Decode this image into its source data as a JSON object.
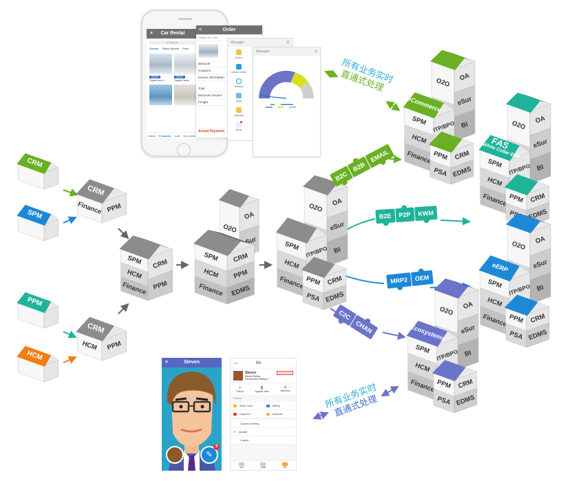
{
  "colors": {
    "green": "#6ab023",
    "blue": "#1e88d8",
    "teal": "#1fb49a",
    "orange": "#f07f12",
    "purple": "#6a74c9",
    "gray": "#8c8c8c",
    "cyan_text": "#29a8e0"
  },
  "buildings": {
    "crm_small": {
      "roof": "CRM"
    },
    "spm_small": {
      "roof": "SPM"
    },
    "ppm_small": {
      "roof": "PPM"
    },
    "hcm_small": {
      "roof": "HCM"
    },
    "crm_finance": {
      "roof": "CRM",
      "finance": "Finance",
      "ppm": "PPM"
    },
    "crm_hcm": {
      "roof": "CRM",
      "hcm": "HCM",
      "ppm": "PPM"
    },
    "stage1": {
      "spm": "SPM",
      "crm": "CRM",
      "hcm": "HCM",
      "ppm": "PPM",
      "finance": "Finance"
    },
    "stage2": {
      "o2o": "O2O",
      "oa": "OA",
      "esur": "eSur",
      "spm": "SPM",
      "crm": "CRM",
      "hcm": "HCM",
      "ppm": "PPM",
      "finance": "Finance",
      "edms": "EDMS"
    },
    "stage3": {
      "o2o": "O2O",
      "oa": "OA",
      "esur": "eSur",
      "bi": "BI",
      "spm": "SPM",
      "itp": "ITP/BPO",
      "hcm": "HCM",
      "finance": "Finance",
      "ppm": "PPM",
      "crm": "CRM",
      "psa": "PSA",
      "edms": "EDMS"
    },
    "ecommerce": {
      "title": "eCommerce",
      "o2o": "O2O",
      "oa": "OA",
      "esur": "eSur",
      "bi": "BI",
      "spm": "SPM",
      "itp": "ITP/BPO",
      "hcm": "HCM",
      "finance": "Finance",
      "ppm": "PPM",
      "crm": "CRM",
      "psa": "PSA",
      "edms": "EDMS"
    },
    "fas": {
      "title": "FAS",
      "subtitle": "White Collar ERP",
      "o2o": "O2O",
      "oa": "OA",
      "esur": "eSur",
      "bi": "BI",
      "spm": "SPM",
      "itp": "ITP/BPO",
      "hcm": "HCM",
      "finance": "Finance",
      "ppm": "PPM",
      "crm": "CRM",
      "psa": "PSA",
      "edms": "EDMS"
    },
    "eerp": {
      "title": "eERP",
      "o2o": "O2O",
      "oa": "OA",
      "esur": "eSur",
      "bi": "BI",
      "spm": "SPM",
      "itp": "ITP/BPO",
      "hcm": "HCM",
      "finance": "Finance",
      "ppm": "PPM",
      "crm": "CRM",
      "psa": "PSA",
      "edms": "EDMS"
    },
    "ecosystems": {
      "title": "Ecosystems",
      "o2o": "O2O",
      "oa": "OA",
      "esur": "eSur",
      "bi": "BI",
      "spm": "SPM",
      "itp": "ITP/BPO",
      "hcm": "HCM",
      "finance": "Finance",
      "ppm": "PPM",
      "crm": "CRM",
      "psa": "PSA",
      "edms": "EDMS"
    }
  },
  "puzzles": {
    "commerce": [
      "B2C",
      "B2B",
      "EMAIL"
    ],
    "knowledge": [
      "B2E",
      "P2P",
      "KWM"
    ],
    "manufacturing": [
      "MRP2",
      "OEM"
    ],
    "channel": [
      "C2C",
      "CHAN"
    ]
  },
  "captions": {
    "top": {
      "line1": "所有业务实时",
      "line2": "直通式处理"
    },
    "bottom": {
      "line1": "所有业务实时",
      "line2": "直通式处理"
    }
  },
  "car_rental": {
    "title": "Car Rental",
    "close": "×",
    "search": "Search",
    "sorts": [
      "Default",
      "Sales Volume",
      "Price"
    ],
    "price": "¥3000",
    "cars": [
      "Toyota Levin",
      "Toyota Camry"
    ],
    "qty": "1",
    "tabs": [
      "Home",
      "Products",
      "Cart",
      "My Center"
    ]
  },
  "order": {
    "title": "Order",
    "back": "<",
    "hint": "Please fill in the ...",
    "rows": [
      "Discount",
      "Coupons",
      "Invoice information",
      "Total",
      "Discount Amount",
      "Freight"
    ],
    "payment": "Actual Payment:"
  },
  "manager": {
    "title": "Manager",
    "items": [
      "Orders",
      "Claims Center",
      "Timeline",
      "Apply",
      "Calendar",
      "Alerts"
    ]
  },
  "dashboard": {
    "title": "Manager"
  },
  "profile_card": {
    "close": "×",
    "name": "Steven",
    "badge": "3"
  },
  "me_screen": {
    "tab_left": "Job",
    "title": "Me",
    "name": "Steven",
    "tag": "View PROFILE",
    "ratings": [
      "Market Rating",
      "Performance Rating 0"
    ],
    "actions": [
      "Follow",
      "Applied Jobs",
      "Interview"
    ],
    "section": "Finance",
    "finance": [
      "Bank Card",
      "AliPay",
      "Payment",
      "Expense"
    ],
    "menu": [
      "Custom Setting",
      "Update",
      "Logout"
    ],
    "tabs": [
      "Job",
      "Task",
      "Me"
    ]
  }
}
